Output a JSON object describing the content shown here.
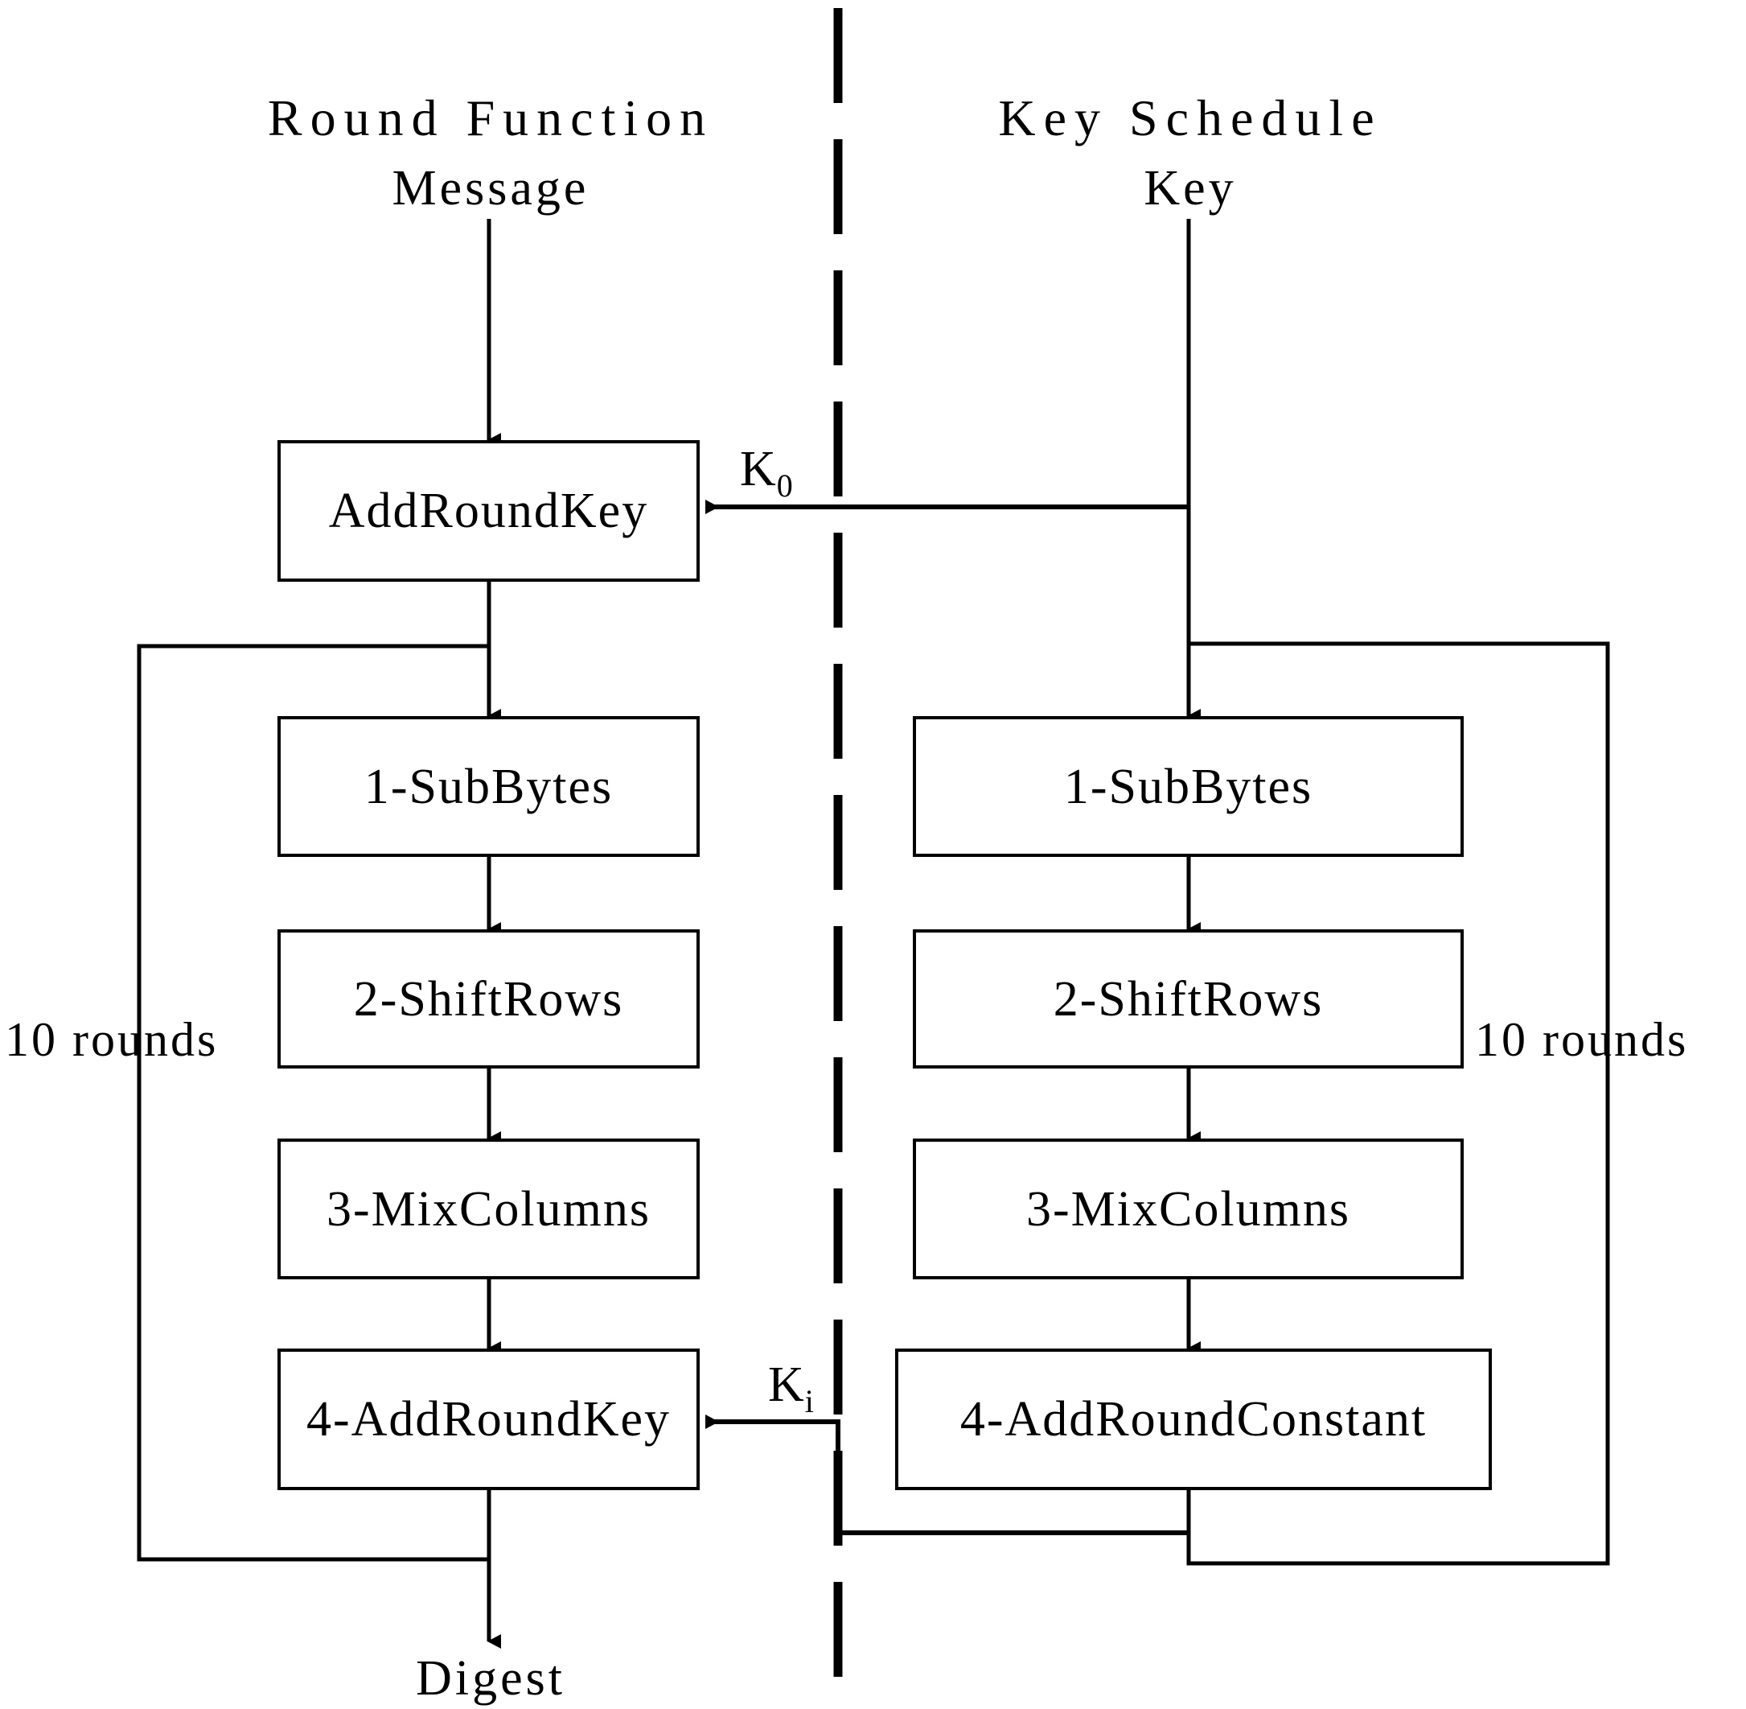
{
  "diagram": {
    "title_left": "Round Function",
    "title_right": "Key Schedule",
    "input_left": "Message",
    "input_right": "Key",
    "output_left": "Digest",
    "rounds_left": "10 rounds",
    "rounds_right": "10 rounds",
    "key_initial": "K",
    "key_initial_sub": "0",
    "key_round": "K",
    "key_round_sub": "i",
    "left_column": [
      {
        "label": "AddRoundKey"
      },
      {
        "label": "1-SubBytes"
      },
      {
        "label": "2-ShiftRows"
      },
      {
        "label": "3-MixColumns"
      },
      {
        "label": "4-AddRoundKey"
      }
    ],
    "right_column": [
      {
        "label": "1-SubBytes"
      },
      {
        "label": "2-ShiftRows"
      },
      {
        "label": "3-MixColumns"
      },
      {
        "label": "4-AddRoundConstant"
      }
    ],
    "colors": {
      "stroke": "#000000",
      "fill": "#ffffff",
      "text": "#000000"
    }
  }
}
